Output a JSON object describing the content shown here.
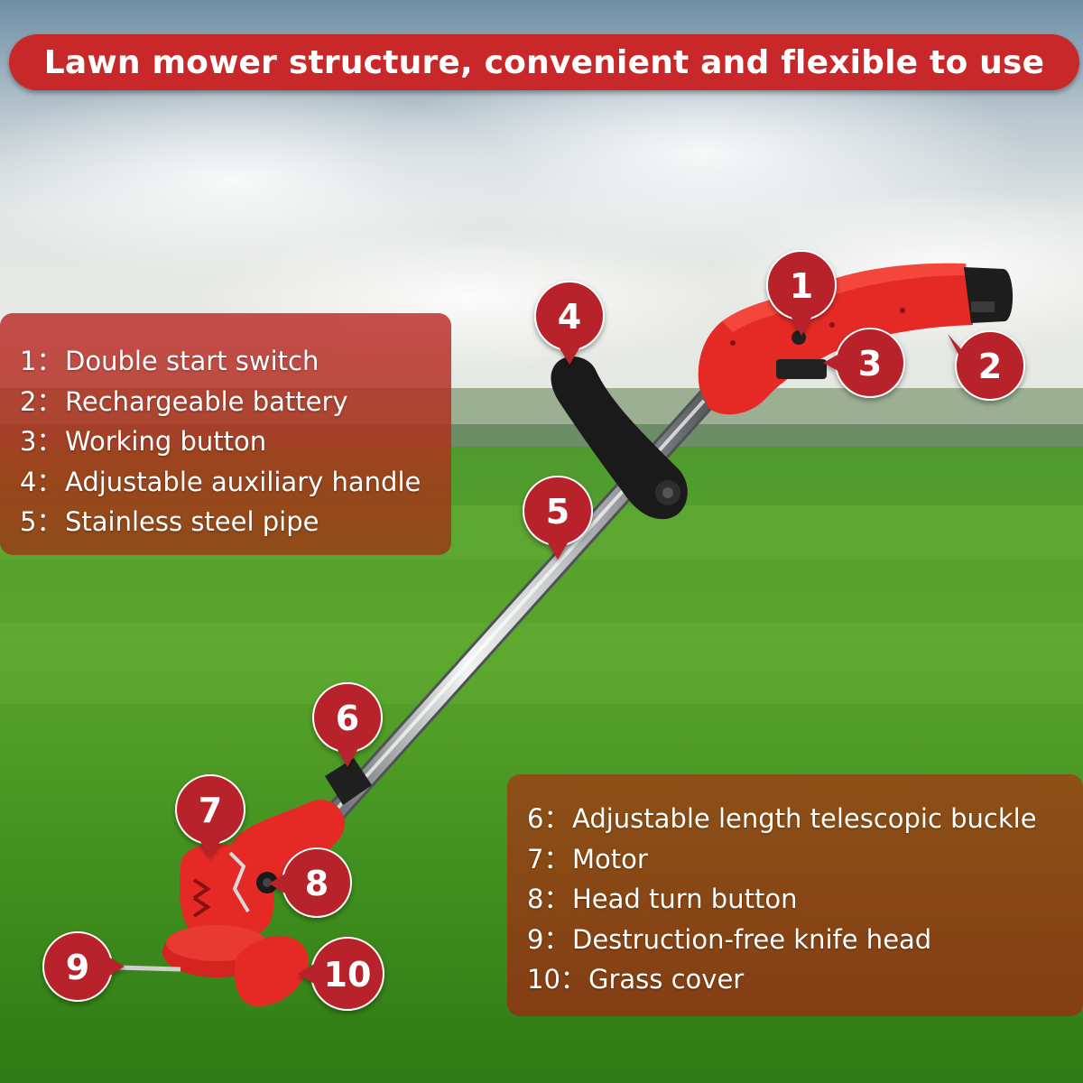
{
  "title": "Lawn mower structure, convenient and flexible to use",
  "colors": {
    "banner": "#c8282a",
    "callout": "#b8232a",
    "body_red": "#e52a26",
    "grass": "#3f9a1c"
  },
  "left_panel": {
    "items": [
      {
        "num": "1：",
        "label": "Double start switch"
      },
      {
        "num": "2：",
        "label": "Rechargeable battery"
      },
      {
        "num": "3：",
        "label": "Working button"
      },
      {
        "num": "4：",
        "label": "Adjustable auxiliary handle"
      },
      {
        "num": "5：",
        "label": "Stainless steel pipe"
      }
    ]
  },
  "right_panel": {
    "items": [
      {
        "num": "6：",
        "label": "Adjustable length telescopic buckle"
      },
      {
        "num": "7：",
        "label": "Motor"
      },
      {
        "num": "8：",
        "label": "Head turn button"
      },
      {
        "num": "9：",
        "label": "Destruction-free knife head"
      },
      {
        "num": "10：",
        "label": "Grass cover"
      }
    ]
  },
  "callouts": [
    "1",
    "2",
    "3",
    "4",
    "5",
    "6",
    "7",
    "8",
    "9",
    "10"
  ]
}
